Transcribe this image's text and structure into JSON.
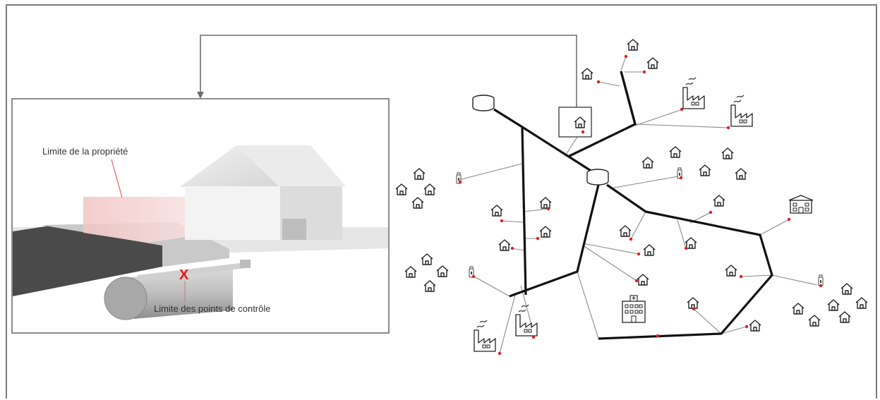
{
  "inset": {
    "property_limit_label": "Limite de la propriété",
    "control_points_label": "Limite des points de contrôle",
    "cross_mark": "X"
  },
  "icons": {
    "house": "house-icon",
    "factory": "factory-icon",
    "reservoir": "reservoir-tank-icon",
    "hydrant": "hydrant-icon",
    "school": "school-icon",
    "hospital": "hospital-icon",
    "meter": "meter-point-icon"
  },
  "colors": {
    "main_pipe": "#111111",
    "service_line": "#8a8a8a",
    "meter_point": "#e02020",
    "property_zone": "#f3c6c6",
    "frame": "#7a7a7a"
  }
}
